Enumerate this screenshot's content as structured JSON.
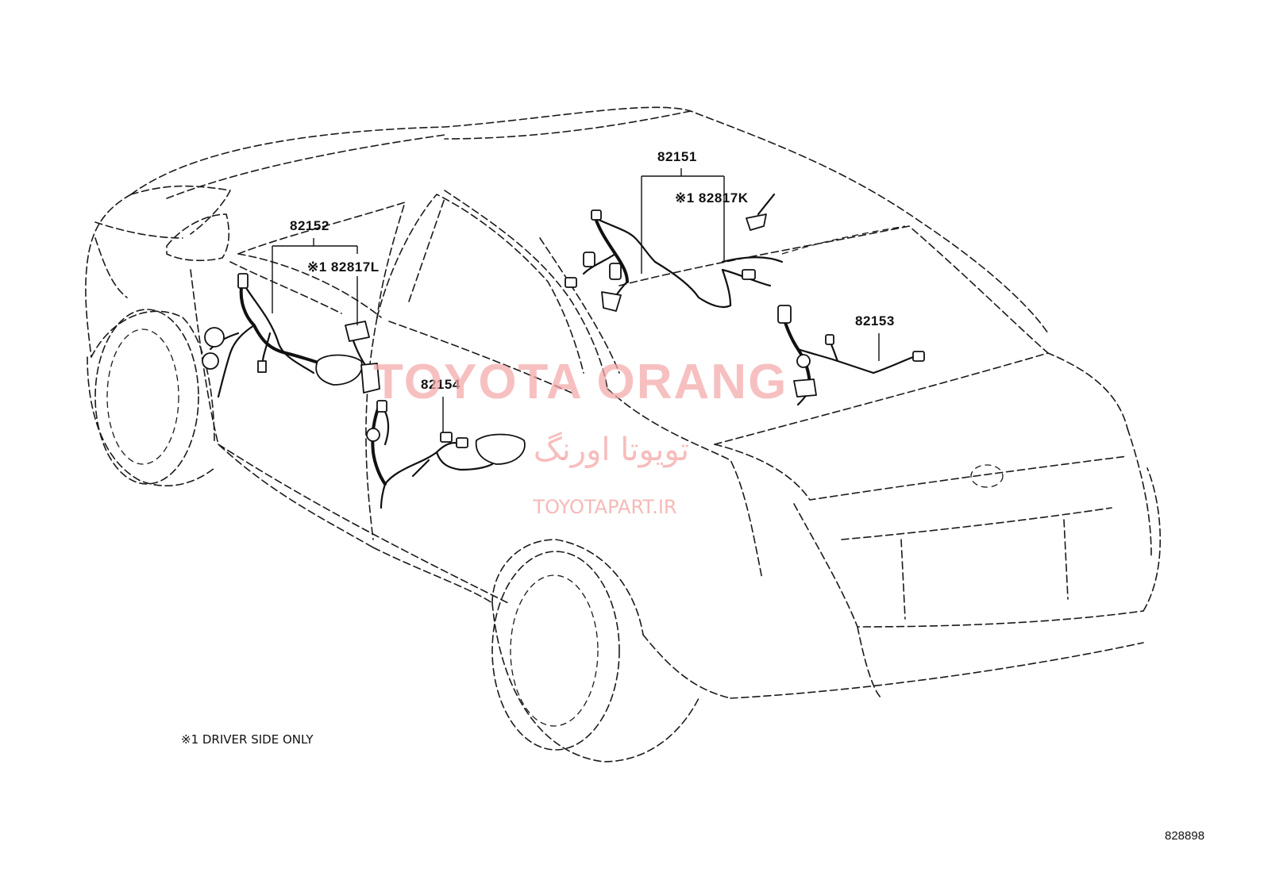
{
  "parts": {
    "p82151": "82151",
    "p82152": "82152",
    "p82153": "82153",
    "p82154": "82154",
    "p82817k": "※1 82817K",
    "p82817l": "※1 82817L"
  },
  "note": "※1 DRIVER SIDE ONLY",
  "watermark": {
    "brand": "TOYOTA ORANG",
    "persian": "تویوتا اورنگ",
    "url": "TOYOTAPART.IR"
  },
  "diagram_ref": "828898",
  "colors": {
    "line": "#1a1a1a",
    "watermark": "#f4a7a7",
    "background": "#ffffff"
  }
}
